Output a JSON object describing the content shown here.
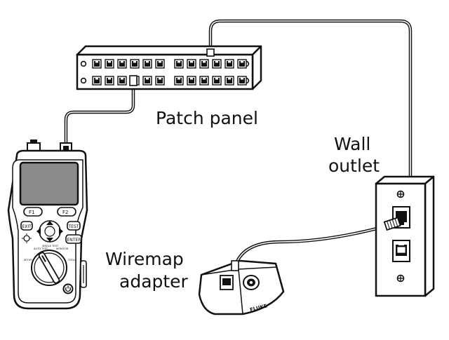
{
  "labels": {
    "patch_panel": "Patch panel",
    "wall_outlet_line1": "Wall",
    "wall_outlet_line2": "outlet",
    "wiremap_line1": "Wiremap",
    "wiremap_line2": "adapter"
  },
  "tester": {
    "f1_key": "F1",
    "f2_key": "F2",
    "exit_key": "EXIT",
    "test_key": "TEST",
    "enter_key": "ENTER",
    "dial_tiny_labels": [
      "AUTO TEST",
      "SINGLE TEST",
      "MONITOR",
      "SETUP",
      "TOOLS"
    ]
  },
  "adapter_brand": "FLUKE",
  "colors": {
    "line": "#111111",
    "background": "#ffffff",
    "screen": "#8a8a8a",
    "port": "#111111"
  }
}
